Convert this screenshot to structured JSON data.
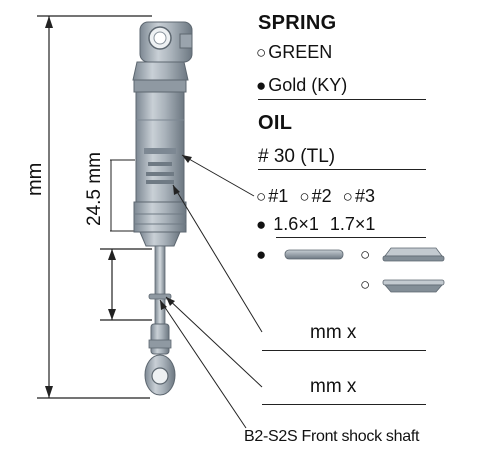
{
  "dimensions": {
    "overall_label": "mm",
    "stroke_label": "24.5 mm"
  },
  "spring": {
    "heading": "SPRING",
    "options": [
      {
        "symbol": "○",
        "label": "GREEN",
        "selected": false
      },
      {
        "symbol": "●",
        "label": "Gold (KY)",
        "selected": true
      }
    ]
  },
  "oil": {
    "heading": "OIL",
    "value": "# 30 (TL)"
  },
  "piston": {
    "options": [
      {
        "symbol": "○",
        "label": "#1"
      },
      {
        "symbol": "○",
        "label": "#2"
      },
      {
        "symbol": "○",
        "label": "#3"
      }
    ],
    "selected_symbol": "●",
    "selected_values": [
      "1.6×1",
      "1.7×1"
    ]
  },
  "washers": {
    "options": [
      {
        "symbol": "●",
        "selected": true
      },
      {
        "symbol": "○",
        "selected": false
      },
      {
        "symbol": "○",
        "selected": false
      }
    ]
  },
  "spacers": [
    {
      "label": "mm x"
    },
    {
      "label": "mm x"
    }
  ],
  "shaft": {
    "label": "B2-S2S Front shock shaft"
  },
  "colors": {
    "shock_body": "#a9b2ba",
    "shock_dark": "#6f7a84",
    "line": "#222222"
  }
}
